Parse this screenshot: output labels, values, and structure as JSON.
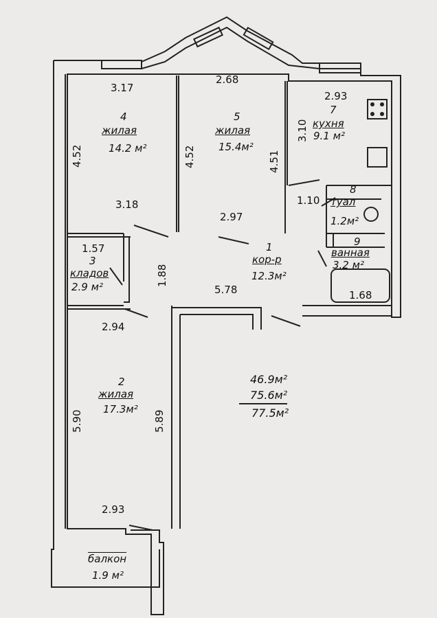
{
  "rooms": [
    {
      "num": "1",
      "name": "кор-р",
      "area": "12.3м²"
    },
    {
      "num": "2",
      "name": "жилая",
      "area": "17.3м²"
    },
    {
      "num": "3",
      "name": "кладов",
      "area": "2.9 м²"
    },
    {
      "num": "4",
      "name": "жилая",
      "area": "14.2 м²"
    },
    {
      "num": "5",
      "name": "жилая",
      "area": "15.4м²"
    },
    {
      "num": "7",
      "name": "кухня",
      "area": "9.1 м²"
    },
    {
      "num": "8",
      "name": "туал",
      "area": "1.2м²"
    },
    {
      "num": "9",
      "name": "ванная",
      "area": "3.2 м²"
    },
    {
      "num": "",
      "name": "балкон",
      "area": "1.9 м²"
    }
  ],
  "dimensions": {
    "d_317": "3.17",
    "d_268": "2.68",
    "d_293_top": "2.93",
    "d_310": "3.10",
    "d_452_left": "4.52",
    "d_452_mid": "4.52",
    "d_451": "4.51",
    "d_318": "3.18",
    "d_297": "2.97",
    "d_110": "1.10",
    "d_157": "1.57",
    "d_188": "1.88",
    "d_578": "5.78",
    "d_168": "1.68",
    "d_294": "2.94",
    "d_590": "5.90",
    "d_589": "5.89",
    "d_293_bottom": "2.93"
  },
  "totals": {
    "living": "46.9м²",
    "total": "75.6м²",
    "total_with_balcony": "77.5м²"
  }
}
